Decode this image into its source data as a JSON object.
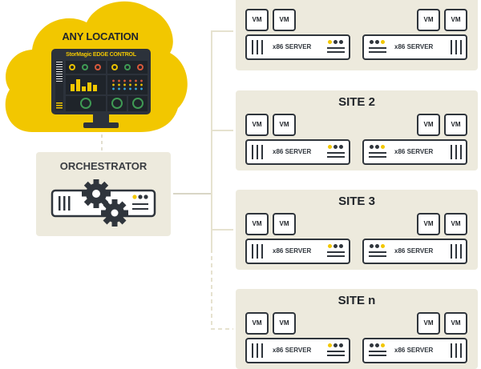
{
  "diagram": {
    "cloud": {
      "title": "ANY LOCATION",
      "monitor_title": "StorMagic EDGE CONTROL",
      "colors": {
        "cloud": "#f2c700",
        "screen": "#2c323b",
        "ring_yellow": "#e8c000",
        "ring_green": "#3f9a54",
        "ring_red": "#d7583c"
      }
    },
    "orchestrator": {
      "title": "ORCHESTRATOR"
    },
    "sites": [
      {
        "title": "SITE 1",
        "vms_left": [
          "VM",
          "VM"
        ],
        "vms_right": [
          "VM",
          "VM"
        ],
        "servers": [
          "x86 SERVER",
          "x86 SERVER"
        ]
      },
      {
        "title": "SITE 2",
        "vms_left": [
          "VM",
          "VM"
        ],
        "vms_right": [
          "VM",
          "VM"
        ],
        "servers": [
          "x86 SERVER",
          "x86 SERVER"
        ]
      },
      {
        "title": "SITE 3",
        "vms_left": [
          "VM",
          "VM"
        ],
        "vms_right": [
          "VM",
          "VM"
        ],
        "servers": [
          "x86 SERVER",
          "x86 SERVER"
        ]
      },
      {
        "title": "SITE n",
        "vms_left": [
          "VM",
          "VM"
        ],
        "vms_right": [
          "VM",
          "VM"
        ],
        "servers": [
          "x86 SERVER",
          "x86 SERVER"
        ]
      }
    ],
    "colors": {
      "panel_bg": "#edeadd",
      "connector": "#e6e2cf",
      "outline": "#2f353c",
      "status_yellow": "#f2c700"
    }
  }
}
